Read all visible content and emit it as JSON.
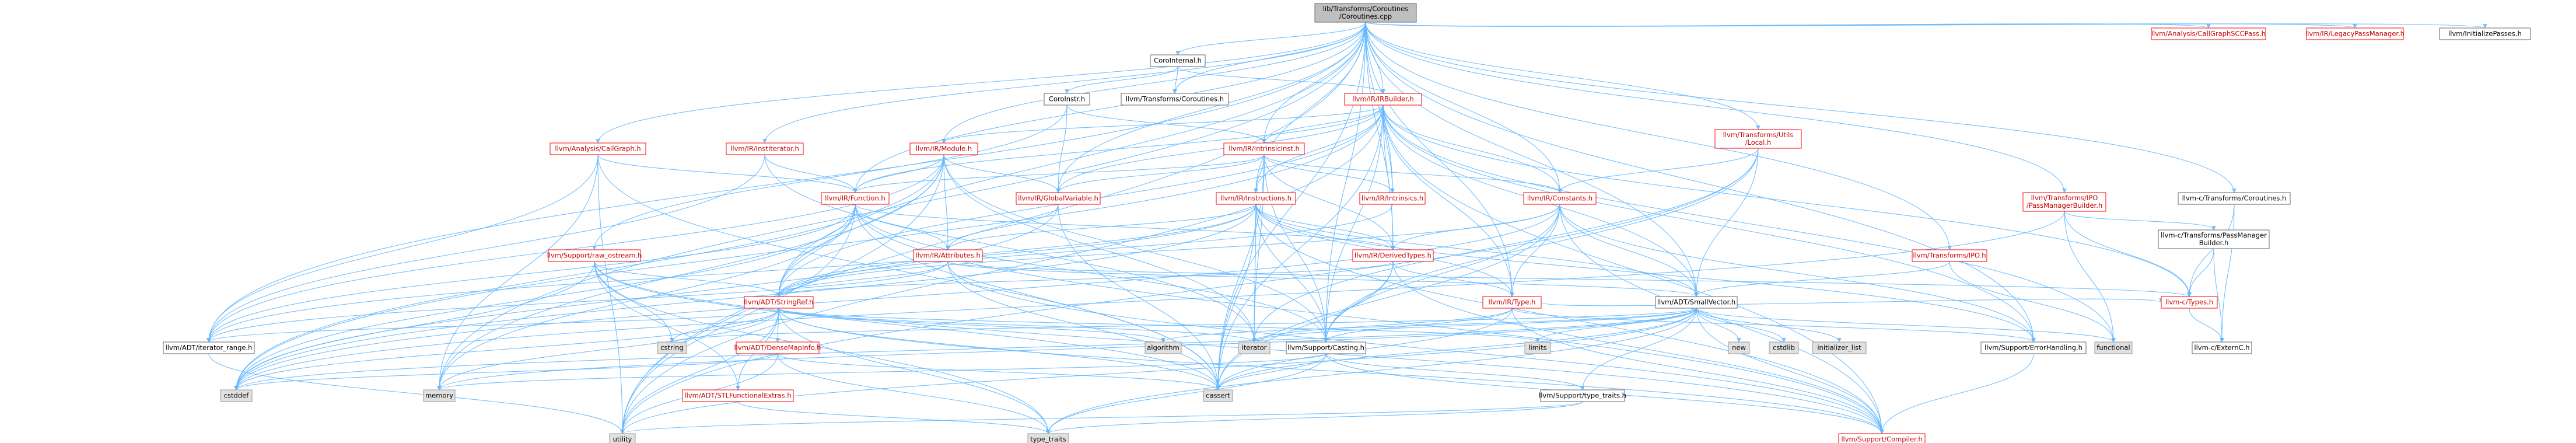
{
  "colors": {
    "root": "#bfbfbf",
    "normal_fill": "#ffffff",
    "normal_stroke": "#666666",
    "red_stroke": "#ff0000",
    "external_fill": "#e0e0e0",
    "external_stroke": "#999999",
    "edge": "#63b8ff",
    "red_text": "#c80000"
  },
  "nodes": {
    "root": [
      "lib/Transforms/Coroutines",
      "/Coroutines.cpp"
    ],
    "corointernal": [
      "CoroInternal.h"
    ],
    "coroinstr": [
      "CoroInstr.h"
    ],
    "transcoroutines": [
      "llvm/Transforms/Coroutines.h"
    ],
    "irbuilder": [
      "llvm/IR/IRBuilder.h"
    ],
    "callgraphscc": [
      "llvm/Analysis/CallGraphSCCPass.h"
    ],
    "legacypm": [
      "llvm/IR/LegacyPassManager.h"
    ],
    "initpasses": [
      "llvm/InitializePasses.h"
    ],
    "callgraph": [
      "llvm/Analysis/CallGraph.h"
    ],
    "institerator": [
      "llvm/IR/InstIterator.h"
    ],
    "module": [
      "llvm/IR/Module.h"
    ],
    "intrinsicinst": [
      "llvm/IR/IntrinsicInst.h"
    ],
    "utilslocal": [
      "llvm/Transforms/Utils",
      "/Local.h"
    ],
    "pmbuilder": [
      "llvm/Transforms/IPO",
      "/PassManagerBuilder.h"
    ],
    "cxcoroutines": [
      "llvm-c/Transforms/Coroutines.h"
    ],
    "function": [
      "llvm/IR/Function.h"
    ],
    "globalvariable": [
      "llvm/IR/GlobalVariable.h"
    ],
    "instructions": [
      "llvm/IR/Instructions.h"
    ],
    "intrinsics": [
      "llvm/IR/Intrinsics.h"
    ],
    "constants": [
      "llvm/IR/Constants.h"
    ],
    "cxpmbuilder": [
      "llvm-c/Transforms/PassManager",
      "Builder.h"
    ],
    "ipo": [
      "llvm/Transforms/IPO.h"
    ],
    "rawostream": [
      "llvm/Support/raw_ostream.h"
    ],
    "attributes": [
      "llvm/IR/Attributes.h"
    ],
    "derivedtypes": [
      "llvm/IR/DerivedTypes.h"
    ],
    "ctypes": [
      "llvm-c/Types.h"
    ],
    "stringref": [
      "llvm/ADT/StringRef.h"
    ],
    "irtype": [
      "llvm/IR/Type.h"
    ],
    "smallvector": [
      "llvm/ADT/SmallVector.h"
    ],
    "densemapinfo": [
      "llvm/ADT/DenseMapInfo.h"
    ],
    "iteratorrange": [
      "llvm/ADT/iterator_range.h"
    ],
    "casting": [
      "llvm/Support/Casting.h"
    ],
    "errorhandling": [
      "llvm/Support/ErrorHandling.h"
    ],
    "externc": [
      "llvm-c/ExternC.h"
    ],
    "stlextras": [
      "llvm/ADT/STLFunctionalExtras.h"
    ],
    "typetraits": [
      "llvm/Support/type_traits.h"
    ],
    "compiler": [
      "llvm/Support/Compiler.h"
    ],
    "cstring": [
      "cstring"
    ],
    "algorithm": [
      "algorithm"
    ],
    "iterator": [
      "iterator"
    ],
    "limits": [
      "limits"
    ],
    "new": [
      "new"
    ],
    "cstdlib": [
      "cstdlib"
    ],
    "initlist": [
      "initializer_list"
    ],
    "functional": [
      "functional"
    ],
    "cstddef": [
      "cstddef"
    ],
    "memory": [
      "memory"
    ],
    "cassert": [
      "cassert"
    ],
    "utility": [
      "utility"
    ],
    "type_traits": [
      "type_traits"
    ]
  }
}
